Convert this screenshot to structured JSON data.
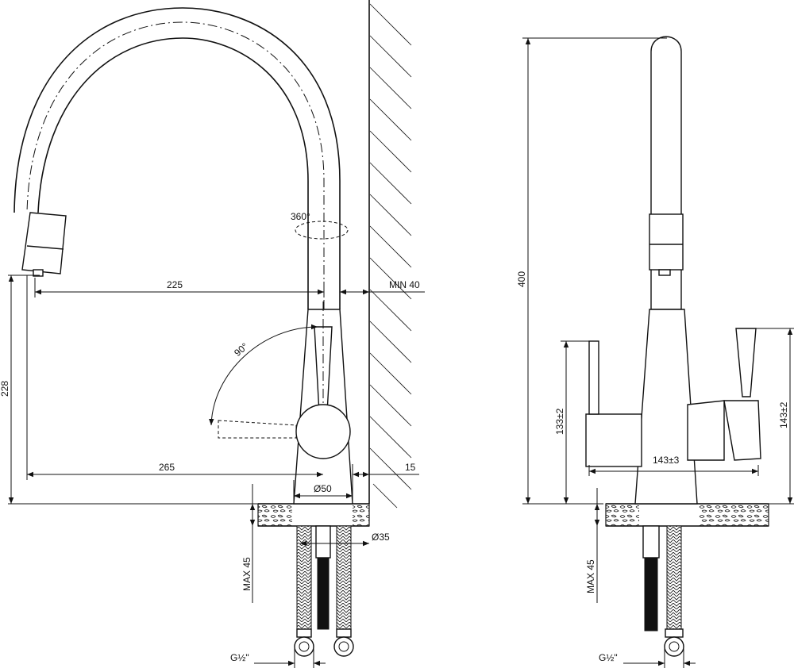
{
  "dimensions": {
    "spout_reach": "225",
    "wall_min": "MIN 40",
    "rotation": "360°",
    "lever_angle": "90°",
    "height_under_spout": "228",
    "total_reach": "265",
    "wall_gap": "15",
    "base_diameter": "Ø50",
    "mount_hole": "Ø35",
    "max_thickness_front": "MAX 45",
    "thread_front": "G½\"",
    "total_height": "400",
    "left_handle_height": "133±2",
    "right_handle_height": "143±2",
    "handle_spacing": "143±3",
    "max_thickness_side": "MAX 45",
    "thread_side": "G½\""
  }
}
